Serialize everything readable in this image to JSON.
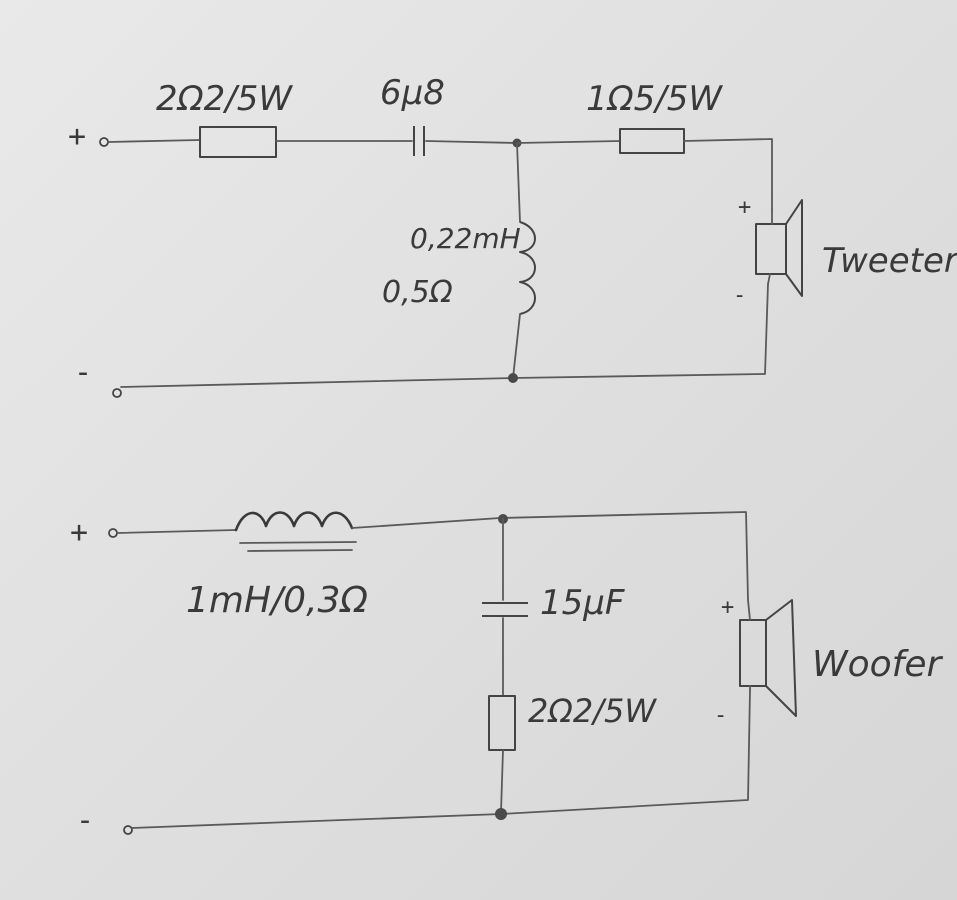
{
  "tweeter_circuit": {
    "r1": "2Ω2/5W",
    "c1": "6µ8",
    "r2": "1Ω5/5W",
    "l1_value": "0,22mH",
    "l1_resistance": "0,5Ω",
    "speaker_label": "Tweeter",
    "plus": "+",
    "minus": "-"
  },
  "woofer_circuit": {
    "l1": "1mH/0,3Ω",
    "c1": "15µF",
    "r1": "2Ω2/5W",
    "speaker_label": "Woofer",
    "plus": "+",
    "minus": "-"
  }
}
